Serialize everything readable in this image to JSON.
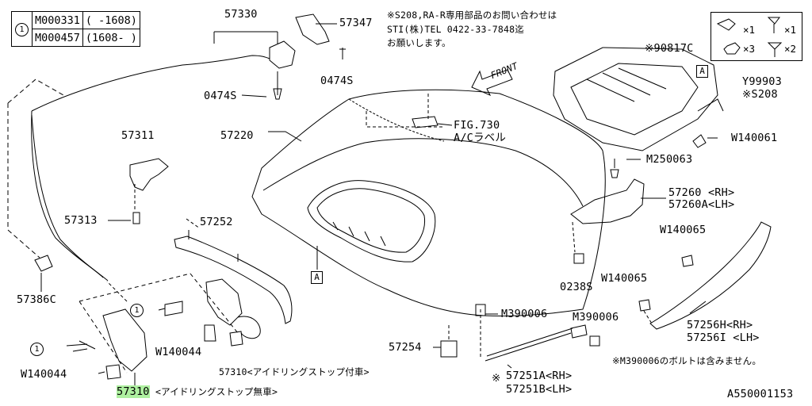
{
  "legend": {
    "marker": "1",
    "rows": [
      {
        "part": "M000331",
        "range": "(  -1608)"
      },
      {
        "part": "M000457",
        "range": "(1608-  )"
      }
    ]
  },
  "notes": {
    "sti_contact": [
      "※S208,RA-R専用部品のお問い合わせは",
      "STI(株)TEL 0422-33-7848迄",
      "お願いします。"
    ],
    "m390006_bolt": "※M390006のボルトは含みません。"
  },
  "direction_label": "FRONT",
  "kit": {
    "counts": [
      "×1",
      "×1",
      "×3",
      "×2"
    ],
    "part": "Y99903",
    "model": "※S208"
  },
  "labels": {
    "p57330": "57330",
    "p57347": "57347",
    "p0474S_right": "0474S",
    "p0474S_left": "0474S",
    "p57311": "57311",
    "p57313": "57313",
    "p57386C": "57386C",
    "p57220": "57220",
    "p57252": "57252",
    "fig730": "FIG.730",
    "ac_label": "A/Cラベル",
    "p90817C": "※90817C",
    "pW140061": "W140061",
    "pM250063": "M250063",
    "p57260": "57260 <RH>",
    "p57260A": "57260A<LH>",
    "pW140065_a": "W140065",
    "pW140065_b": "W140065",
    "p0238S": "0238S",
    "pM390006_a": "M390006",
    "pM390006_b": "M390006",
    "p57256H": "57256H<RH>",
    "p57256I": "57256I <LH>",
    "p57254": "57254",
    "p57251A": "57251A<RH>",
    "p57251B": "57251B<LH>",
    "pW140044_a": "W140044",
    "pW140044_b": "W140044",
    "p57310_with": "57310<アイドリングストップ付車>",
    "p57310_code": "57310",
    "p57310_without": "<アイドリングストップ無車>",
    "asterisk": "※",
    "diagram_code": "A550001153"
  },
  "ref_markers": {
    "A": "A",
    "one": "1"
  },
  "colors": {
    "highlight": "#aef0a0",
    "line": "#000000"
  }
}
